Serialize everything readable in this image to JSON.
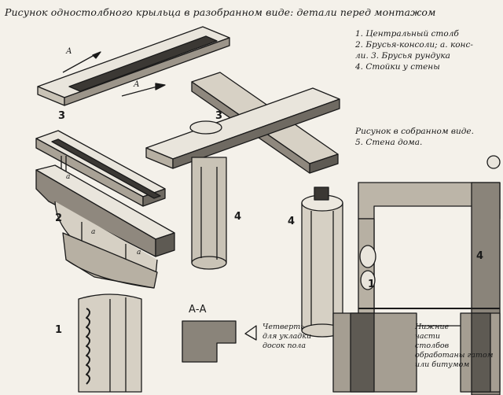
{
  "title": "Рисунок одностолбного крыльца в разобранном виде: детали перед монтажом",
  "legend": [
    "1. Центральный столб",
    "2. Брусья-консоли; а. конс-",
    "ли. 3. Брусья рундука",
    "4. Стойки у стены"
  ],
  "assembled": [
    "Рисунок в собранном виде.",
    "5. Стена дома."
  ],
  "labels": {
    "n3_left": "3",
    "n3_center": "3",
    "n2": "2",
    "n4_center": "4",
    "n4_round": "4",
    "n1": "1",
    "n1_right": "1",
    "n4_right": "4",
    "a_upper": "а",
    "a_lower": "а",
    "a_bottom": "а",
    "arrow_top": "А",
    "arrow_mid": "А",
    "section": "А-А"
  },
  "notes": {
    "quarter": [
      "Четверть",
      "для укладки",
      "досок пола"
    ],
    "lower_parts": [
      "Нижние",
      "части",
      "столбов",
      "обработаны гатом",
      "или битумом"
    ]
  }
}
